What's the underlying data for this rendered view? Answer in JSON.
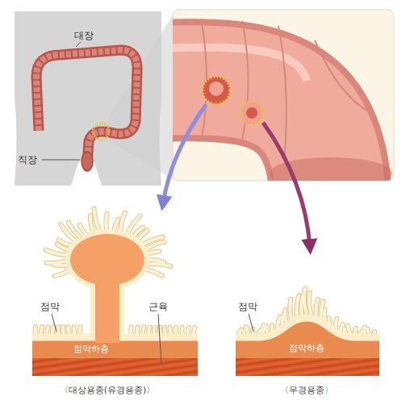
{
  "diagram": {
    "labels": [
      "대장",
      "직장",
      "점막",
      "근육",
      "점막하층",
      "〈대상용종(유경용종)〉",
      "점막",
      "점막하층",
      "〈무경용종〉"
    ]
  }
}
